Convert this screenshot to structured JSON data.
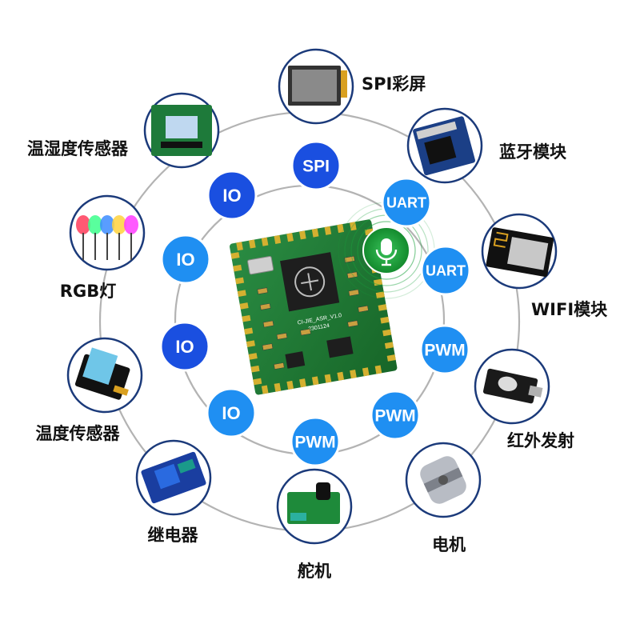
{
  "colors": {
    "ring": "#b3b3b3",
    "node_blue": "#1a4fe0",
    "node_light": "#1f8ff2",
    "node_border": "#ffffff",
    "peripheral_border": "#1b3a7a",
    "pcb_green": "#1f7a35",
    "mic_green": "#1aa23c"
  },
  "center": {
    "board_text_1": "CI-JIE_ASR_V1.0",
    "board_text_2": "2301124",
    "mic_icon": "microphone-icon"
  },
  "interfaces": [
    {
      "label": "SPI",
      "style": "dark"
    },
    {
      "label": "UART",
      "style": "light"
    },
    {
      "label": "UART",
      "style": "light"
    },
    {
      "label": "PWM",
      "style": "light"
    },
    {
      "label": "PWM",
      "style": "light"
    },
    {
      "label": "PWM",
      "style": "light"
    },
    {
      "label": "IO",
      "style": "dark"
    },
    {
      "label": "IO",
      "style": "light"
    },
    {
      "label": "IO",
      "style": "dark"
    },
    {
      "label": "IO",
      "style": "light"
    }
  ],
  "peripherals": [
    {
      "label": "SPI彩屏",
      "icon": "lcd-screen-icon"
    },
    {
      "label": "蓝牙模块",
      "icon": "bluetooth-module-icon"
    },
    {
      "label": "WIFI模块",
      "icon": "wifi-module-icon"
    },
    {
      "label": "红外发射",
      "icon": "infrared-emitter-icon"
    },
    {
      "label": "电机",
      "icon": "motor-coupling-icon"
    },
    {
      "label": "舵机",
      "icon": "servo-board-icon"
    },
    {
      "label": "继电器",
      "icon": "relay-module-icon"
    },
    {
      "label": "温度传感器",
      "icon": "temperature-sensor-icon"
    },
    {
      "label": "RGB灯",
      "icon": "rgb-led-icon"
    },
    {
      "label": "温湿度传感器",
      "icon": "humidity-sensor-icon"
    }
  ]
}
